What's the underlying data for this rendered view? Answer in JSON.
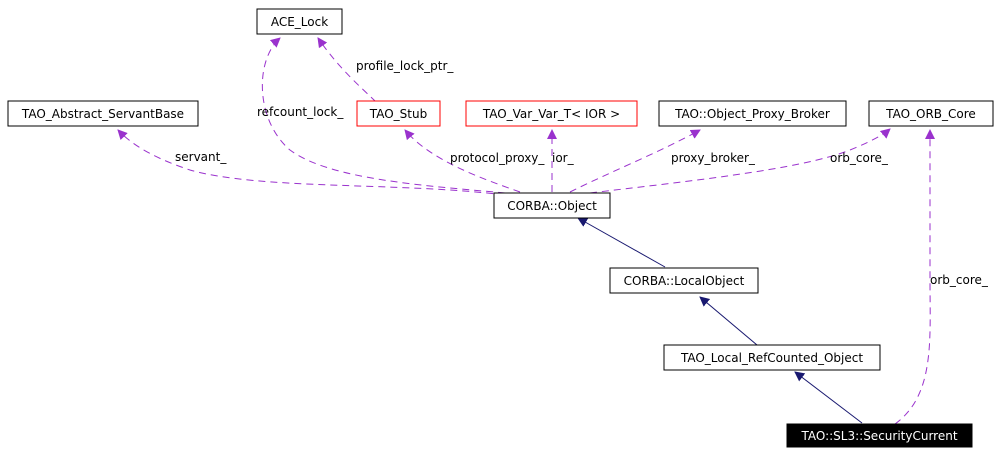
{
  "colors": {
    "node_border": "#000000",
    "node_border_highlight": "#ff0000",
    "node_focus_fill": "#000000",
    "node_focus_text": "#ffffff",
    "usage_edge": "#9a32cd",
    "inheritance_edge": "#191970"
  },
  "nodes": {
    "ace_lock": "ACE_Lock",
    "abstract_servant_base": "TAO_Abstract_ServantBase",
    "tao_stub": "TAO_Stub",
    "var_var_t": "TAO_Var_Var_T< IOR >",
    "object_proxy_broker": "TAO::Object_Proxy_Broker",
    "orb_core": "TAO_ORB_Core",
    "corba_object": "CORBA::Object",
    "local_object": "CORBA::LocalObject",
    "local_refcounted": "TAO_Local_RefCounted_Object",
    "security_current": "TAO::SL3::SecurityCurrent"
  },
  "edge_labels": {
    "profile_lock_ptr": "profile_lock_ptr_",
    "refcount_lock": "refcount_lock_",
    "servant": "servant_",
    "protocol_proxy": "protocol_proxy_",
    "ior": "ior_",
    "proxy_broker": "proxy_broker_",
    "orb_core_object": "orb_core_",
    "orb_core_current": "orb_core_"
  }
}
